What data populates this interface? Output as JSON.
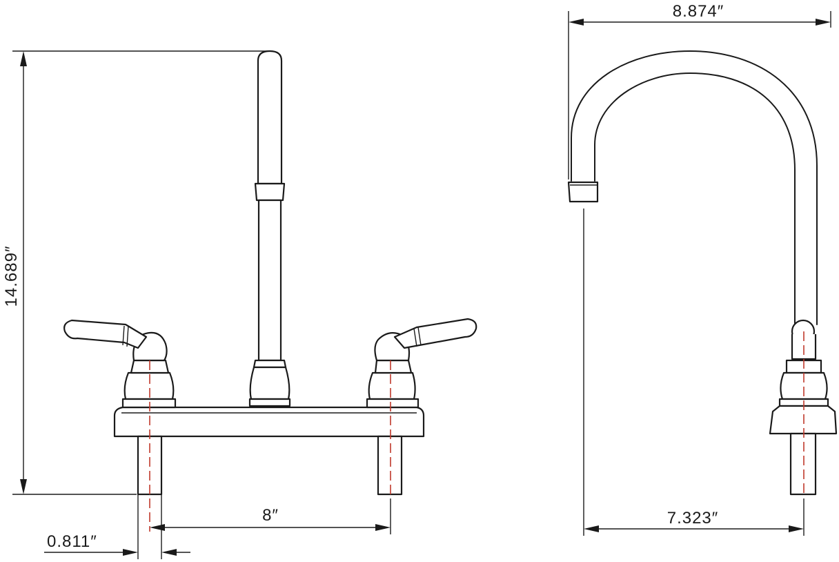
{
  "dimensions": {
    "overall_height": "14.689″",
    "spout_reach": "8.874″",
    "center_spacing": "8″",
    "shank_diameter": "0.811″",
    "spout_to_center": "7.323″"
  },
  "colors": {
    "outline": "#1a1a1a",
    "centerline": "#c0392b",
    "background": "#ffffff"
  },
  "views": [
    "front-view",
    "side-view"
  ]
}
